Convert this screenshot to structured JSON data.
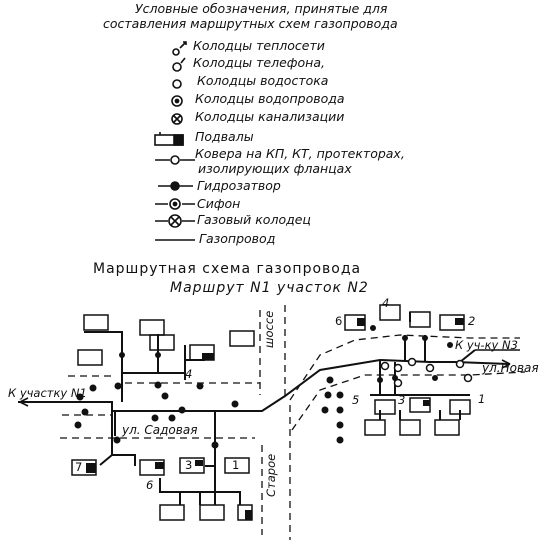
{
  "header": {
    "line1": "Условные обозначения, принятые для",
    "line2": "составления маршрутных схем газопровода"
  },
  "legend": [
    {
      "symbol": "teploset-well-icon",
      "label": "Колодцы теплосети"
    },
    {
      "symbol": "telephone-well-icon",
      "label": "Колодцы телефона,"
    },
    {
      "symbol": "drain-well-icon",
      "label": "Колодцы водостока"
    },
    {
      "symbol": "water-well-icon",
      "label": "Колодцы водопровода"
    },
    {
      "symbol": "sewer-well-icon",
      "label": "Колодцы канализации"
    },
    {
      "symbol": "basement-icon",
      "label": "Подвалы"
    },
    {
      "symbol": "carpet-icon",
      "label": "Ковера на КП, КТ, протекторах,",
      "label2": "изолирующих фланцах"
    },
    {
      "symbol": "water-seal-icon",
      "label": "Гидрозатвор"
    },
    {
      "symbol": "siphon-icon",
      "label": "Сифон"
    },
    {
      "symbol": "gas-well-icon",
      "label": "Газовый колодец"
    },
    {
      "symbol": "gas-pipe-icon",
      "label": "Газопровод"
    }
  ],
  "scheme": {
    "title": "Маршрутная  схема   газопровода",
    "subtitle": "Маршрут N1  участок N2",
    "street_sadovaya": "ул. Садовая",
    "street_novaya": "ул.Новая",
    "highway": "шоссе",
    "old": "Старое",
    "to_section": "К участку N1",
    "to_well": "К уч-ку N3",
    "nums": {
      "n1": "1",
      "n2": "2",
      "n3": "3",
      "n4": "4",
      "n5": "5",
      "n6": "6",
      "n7": "7"
    },
    "numbers_left": {
      "n4": "4",
      "n3": "3",
      "n1": "1",
      "n7": "7",
      "n6": "6"
    },
    "numbers_right": {
      "n6": "6",
      "n4": "4",
      "n2": "2",
      "n5": "5",
      "n3": "3",
      "n1": "1"
    }
  }
}
